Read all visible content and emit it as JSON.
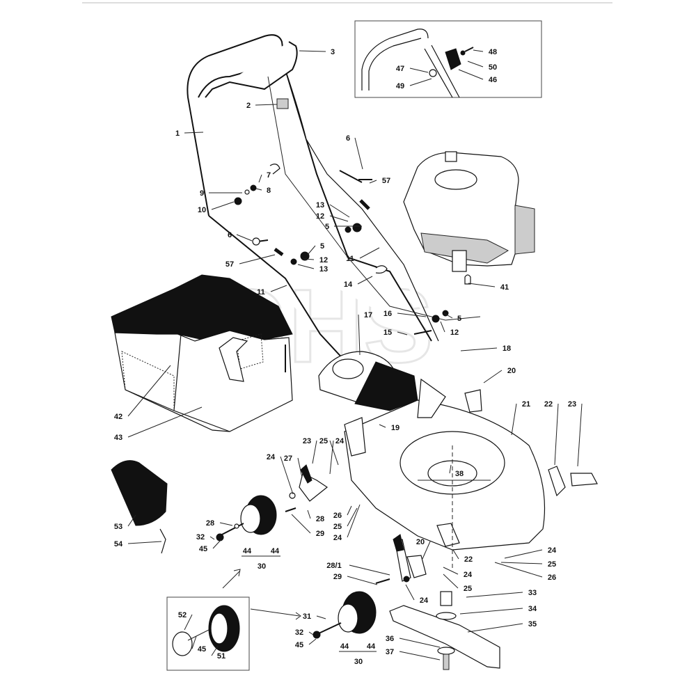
{
  "callouts": [
    "1",
    "2",
    "3",
    "5",
    "6",
    "7",
    "8",
    "9",
    "10",
    "11",
    "12",
    "13",
    "14",
    "15",
    "16",
    "17",
    "18",
    "19",
    "20",
    "21",
    "22",
    "23",
    "24",
    "25",
    "26",
    "27",
    "28",
    "28/1",
    "29",
    "30",
    "31",
    "32",
    "33",
    "34",
    "35",
    "36",
    "37",
    "38",
    "41",
    "42",
    "43",
    "44",
    "45",
    "46",
    "47",
    "48",
    "49",
    "50",
    "51",
    "52",
    "53",
    "54",
    "57"
  ],
  "watermark": "GHS"
}
